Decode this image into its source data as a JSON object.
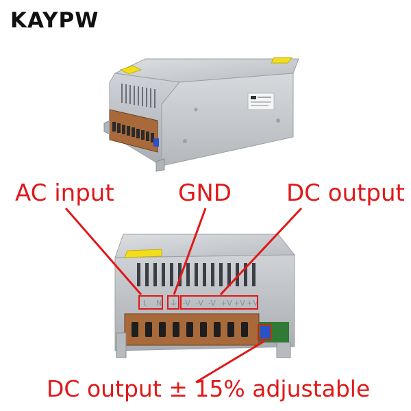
{
  "brand": "KAYPW",
  "labels": {
    "ac_input": "AC input",
    "gnd": "GND",
    "dc_output": "DC output",
    "dc_adjustable": "DC output ± 15% adjustable"
  },
  "photo": {
    "terminal_marks": [
      "L",
      "N",
      "⏚",
      "-V",
      "-V",
      "-V",
      "+V",
      "+V",
      "+V"
    ]
  },
  "colors": {
    "annotation": "#e01818",
    "case": "#c9ccd0",
    "terminal_block": "#a86a3a",
    "pot": "#2a52c8",
    "pcb": "#2f7a36",
    "warning_label": "#f2de1c"
  }
}
